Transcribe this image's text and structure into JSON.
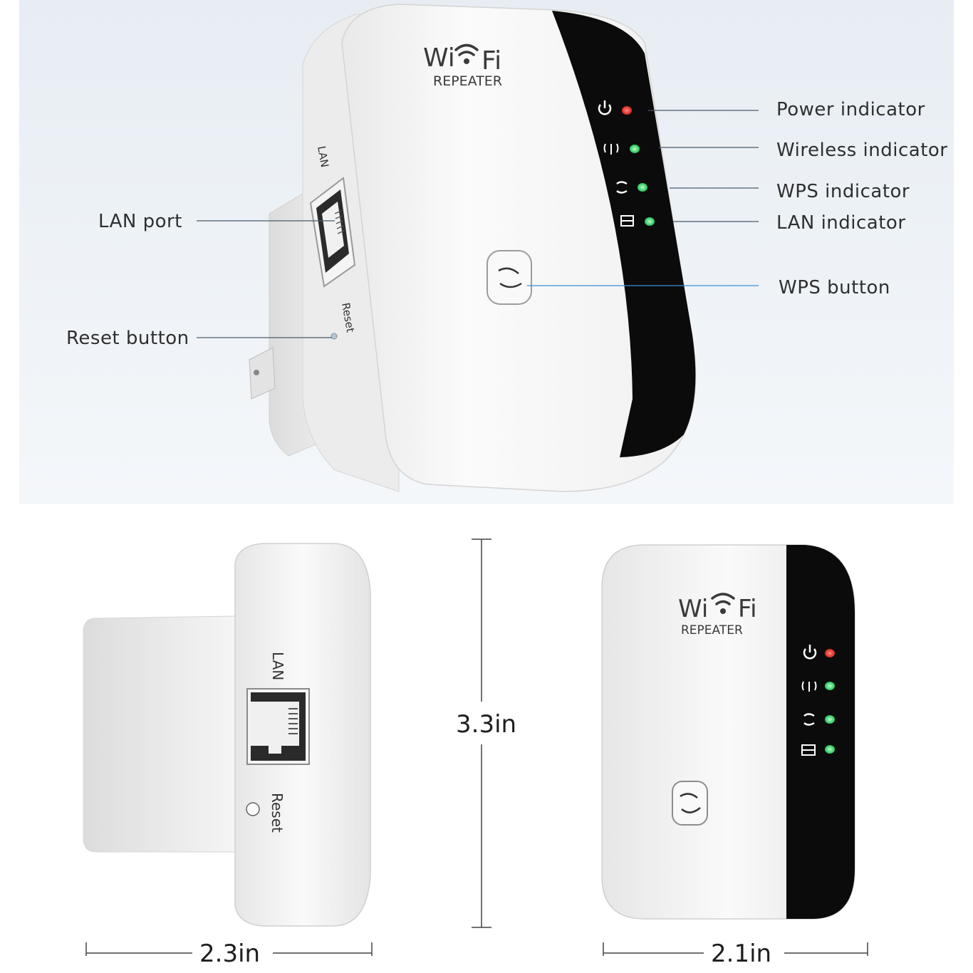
{
  "top_view": {
    "logo": {
      "wi": "Wi",
      "fi": "Fi",
      "subtitle": "REPEATER"
    },
    "side_labels": {
      "lan": "LAN",
      "reset": "Reset"
    },
    "callouts_right": [
      {
        "label": "Power indicator"
      },
      {
        "label": "Wireless indicator"
      },
      {
        "label": "WPS indicator"
      },
      {
        "label": "LAN indicator"
      },
      {
        "label": "WPS button"
      }
    ],
    "callouts_left": [
      {
        "label": "LAN port"
      },
      {
        "label": "Reset button"
      }
    ]
  },
  "side_view": {
    "lan_label": "LAN",
    "reset_label": "Reset",
    "width_label": "2.3in"
  },
  "height_label": "3.3in",
  "front_view": {
    "logo": {
      "wi": "Wi",
      "fi": "Fi",
      "subtitle": "REPEATER"
    },
    "width_label": "2.1in"
  },
  "colors": {
    "top_background": "#eef2f6",
    "led_power": "#e8322a",
    "led_green": "#39d66a",
    "callout_line": "#4a5a6a",
    "wps_line": "#3b8fd6",
    "body_white": "#f7f7f7",
    "panel_black": "#0d0d0d"
  },
  "icons": [
    "power-icon",
    "wireless-icon",
    "wps-icon",
    "lan-icon",
    "wps-button-icon",
    "wifi-icon",
    "ethernet-port-icon",
    "reset-hole-icon",
    "plug-prong-icon"
  ]
}
